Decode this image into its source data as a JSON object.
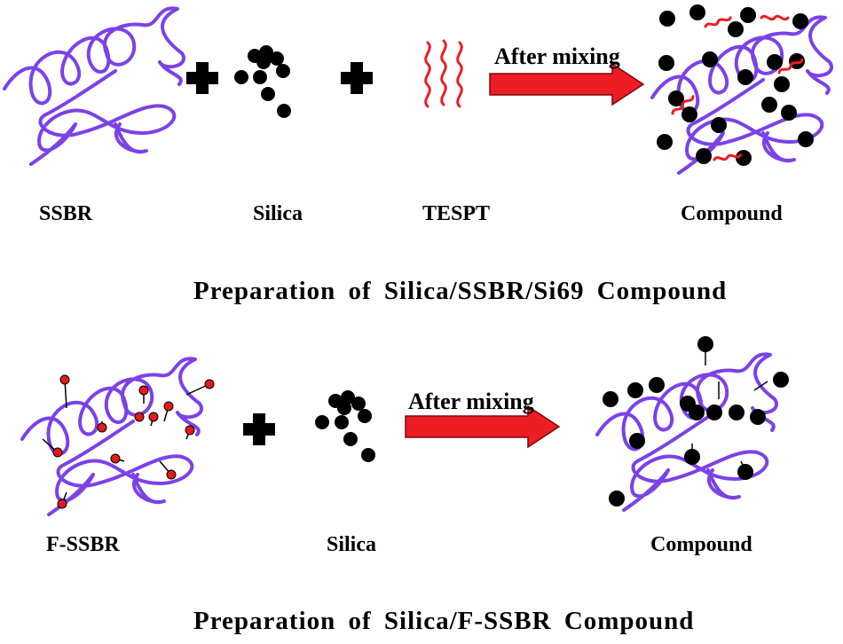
{
  "top": {
    "labels": {
      "ssbr": "SSBR",
      "silica": "Silica",
      "tespt": "TESPT",
      "compound": "Compound"
    },
    "arrow_text": "After mixing",
    "title": "Preparation of Silica/SSBR/Si69 Compound"
  },
  "bottom": {
    "labels": {
      "fssbr": "F-SSBR",
      "silica": "Silica",
      "compound": "Compound"
    },
    "arrow_text": "After mixing",
    "title": "Preparation of Silica/F-SSBR Compound"
  },
  "colors": {
    "polymer_chain": "#7b42e8",
    "tespt_and_arrow": "#ee1c24",
    "silica_particle": "#000000",
    "functional_group": "#e21b1b"
  }
}
